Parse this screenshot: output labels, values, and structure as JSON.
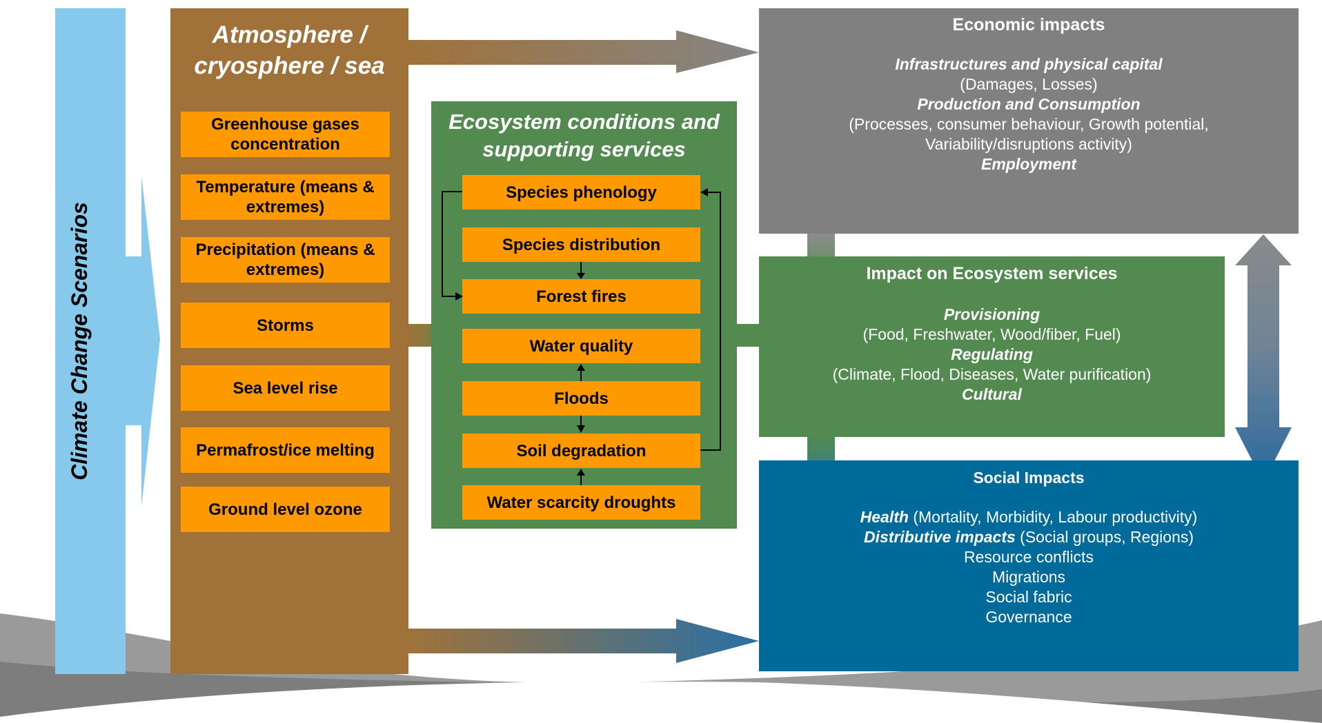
{
  "scenario_label": "Climate Change Scenarios",
  "atmosphere": {
    "title": "Atmosphere / cryosphere / sea",
    "items": [
      "Greenhouse gases concentration",
      "Temperature (means & extremes)",
      "Precipitation (means & extremes)",
      "Storms",
      "Sea level rise",
      "Permafrost/ice melting",
      "Ground level ozone"
    ]
  },
  "ecosystem": {
    "title": "Ecosystem conditions and supporting services",
    "items": [
      "Species phenology",
      "Species distribution",
      "Forest fires",
      "Water quality",
      "Floods",
      "Soil degradation",
      "Water scarcity droughts"
    ]
  },
  "economic": {
    "title": "Economic impacts",
    "l1": "Infrastructures and physical capital",
    "l2": "(Damages, Losses)",
    "l3": "Production and Consumption",
    "l4": "(Processes, consumer behaviour, Growth potential,",
    "l5": "Variability/disruptions activity)",
    "l6": "Employment"
  },
  "ecoservices": {
    "title": "Impact on Ecosystem services",
    "l1": "Provisioning",
    "l2": "(Food, Freshwater, Wood/fiber, Fuel)",
    "l3": "Regulating",
    "l4": "(Climate, Flood, Diseases, Water purification)",
    "l5": "Cultural"
  },
  "social": {
    "title": "Social Impacts",
    "health": "Health",
    "health_rest": " (Mortality, Morbidity, Labour productivity)",
    "dist": "Distributive impacts",
    "dist_rest": " (Social groups, Regions)",
    "l3": "Resource conflicts",
    "l4": "Migrations",
    "l5": "Social fabric",
    "l6": "Governance"
  },
  "colors": {
    "brown": "#a0723a",
    "green": "#528a4f",
    "grey": "#808080",
    "blue": "#006a9b",
    "orange": "#ff9900",
    "lightblue": "#87c9ec"
  }
}
